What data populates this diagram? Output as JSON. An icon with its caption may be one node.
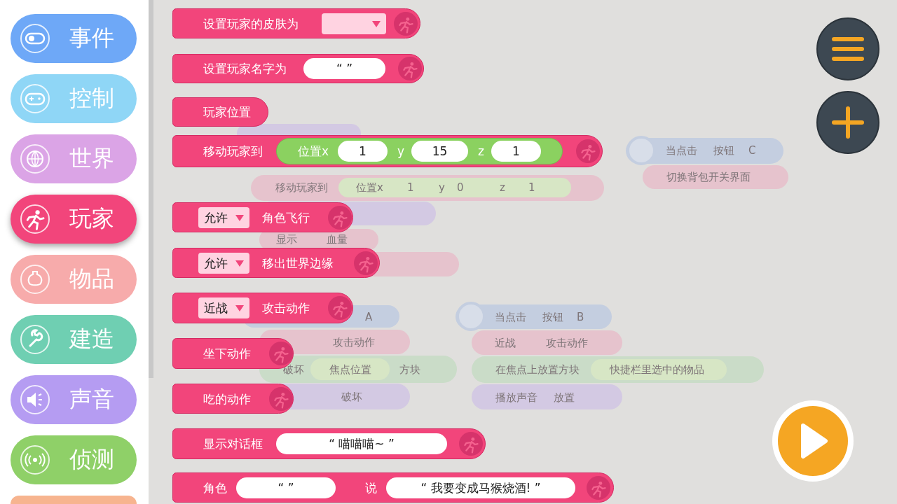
{
  "diagram": {
    "nodes": [
      {
        "text": [
          "事件"
        ]
      },
      {
        "text": [
          "控制"
        ]
      },
      {
        "text": [
          "世界"
        ]
      },
      {
        "text": [
          "玩家"
        ]
      },
      {
        "text": [
          "物品"
        ]
      },
      {
        "text": [
          "建造"
        ]
      },
      {
        "text": [
          "声音"
        ]
      },
      {
        "text": [
          "侦测"
        ]
      },
      {
        "text": [
          "设置玩家的皮肤为"
        ]
      },
      {
        "text": [
          "设置玩家名字为",
          "“ ”"
        ]
      },
      {
        "text": [
          "玩家位置"
        ]
      },
      {
        "text": [
          "移动玩家到",
          "位置x",
          "1",
          "y",
          "15",
          "z",
          "1"
        ]
      },
      {
        "text": [
          "允许",
          "角色飞行"
        ]
      },
      {
        "text": [
          "允许",
          "移出世界边缘"
        ]
      },
      {
        "text": [
          "近战",
          "攻击动作"
        ]
      },
      {
        "text": [
          "坐下动作"
        ]
      },
      {
        "text": [
          "吃的动作"
        ]
      },
      {
        "text": [
          "显示对话框",
          "“ 喵喵喵~ ”"
        ]
      },
      {
        "text": [
          "角色",
          "“ ”",
          "说",
          "“ 我要变成马猴烧酒! ”"
        ]
      }
    ],
    "labels": [
      "移动玩家到",
      "位置x",
      "1",
      "y",
      "0",
      "z",
      "1",
      "显示",
      "血量",
      "A",
      "攻击动作",
      "破坏",
      "焦点位置",
      "方块",
      "破坏",
      "当点击",
      "按钮",
      "B",
      "近战",
      "攻击动作",
      "在焦点上放置方块",
      "快捷栏里选中的物品",
      "播放声音",
      "放置",
      "当点击",
      "按钮",
      "C",
      "切换背包开关界面"
    ]
  }
}
